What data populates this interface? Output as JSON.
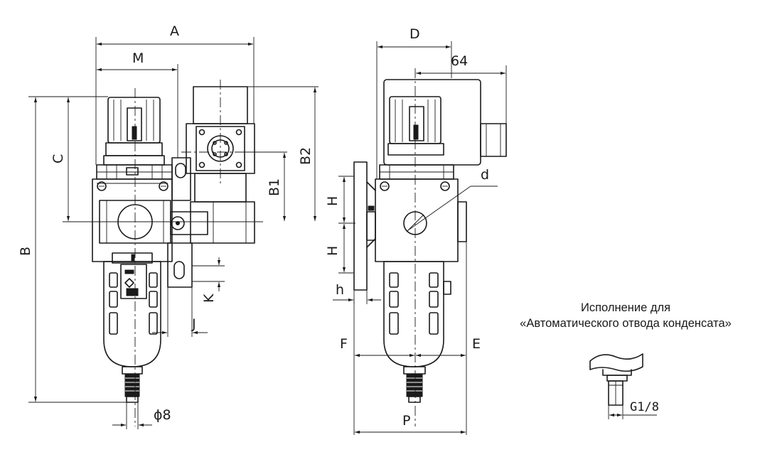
{
  "dimensions": {
    "A": "A",
    "M": "M",
    "C": "C",
    "B": "B",
    "B1": "B1",
    "B2": "B2",
    "K": "K",
    "J": "J",
    "phi8": "ϕ8",
    "D": "D",
    "d64": "64",
    "d": "d",
    "H_upper": "H",
    "H_lower": "H",
    "h": "h",
    "F": "F",
    "E": "E",
    "P": "P",
    "G1_8": "G1/8"
  },
  "note": {
    "line1": "Исполнение для",
    "line2": "«Автоматического отвода конденсата»"
  }
}
